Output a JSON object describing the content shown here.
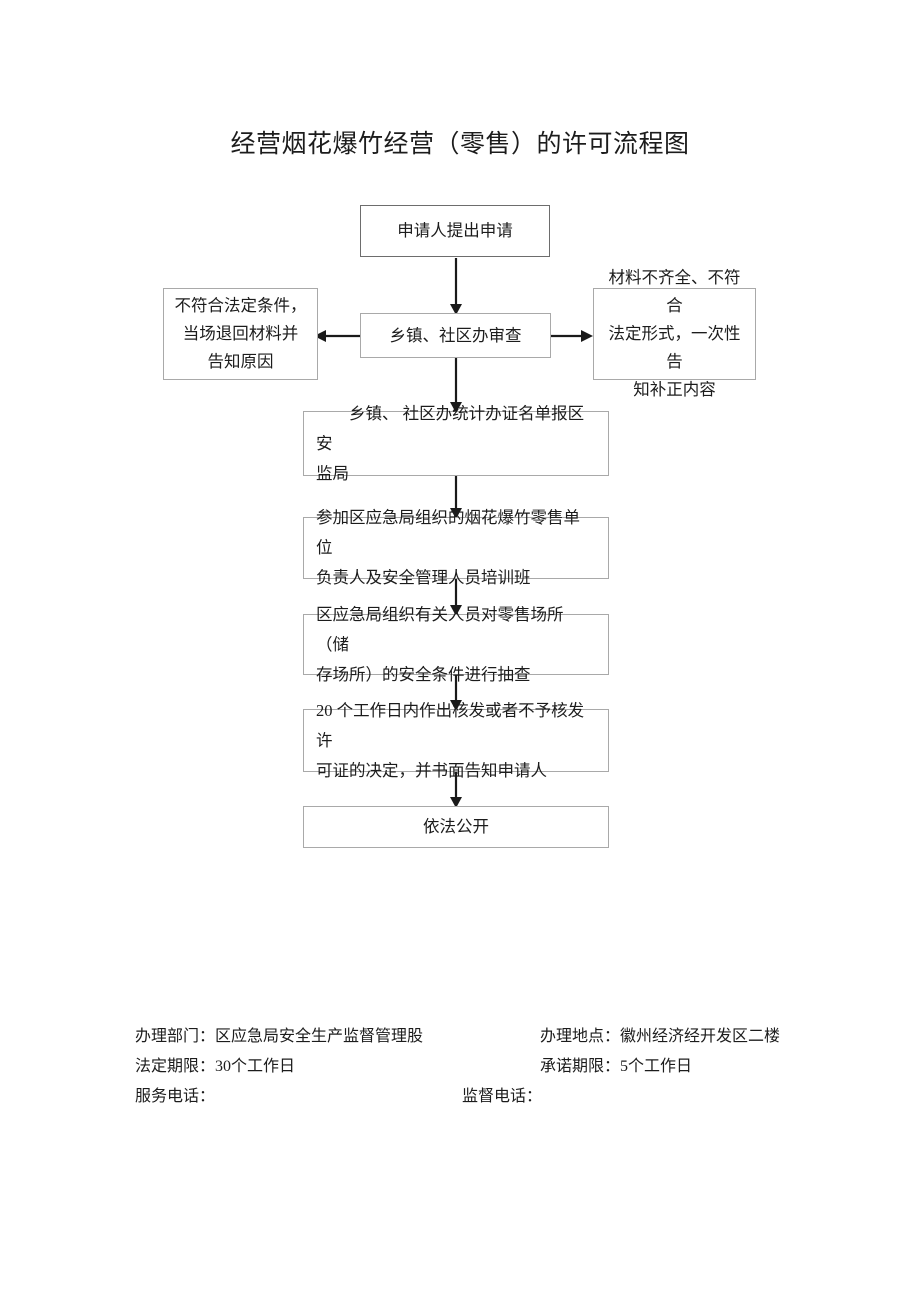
{
  "document": {
    "title": "经营烟花爆竹经营（零售）的许可流程图"
  },
  "flowchart": {
    "nodes": [
      {
        "id": "apply",
        "label": "申请人提出申请"
      },
      {
        "id": "reject",
        "line1": "不符合法定条件，",
        "line2": "当场退回材料并",
        "line3": "告知原因"
      },
      {
        "id": "review",
        "label": "乡镇、社区办审查"
      },
      {
        "id": "incomplete",
        "line1": "材料不齐全、不符合",
        "line2": "法定形式，一次性告",
        "line3": "知补正内容"
      },
      {
        "id": "report",
        "line1": "乡镇、 社区办统计办证名单报区安",
        "line2": "监局"
      },
      {
        "id": "training",
        "line1": "参加区应急局组织的烟花爆竹零售单位",
        "line2": "负责人及安全管理人员培训班"
      },
      {
        "id": "inspect",
        "line1": "区应急局组织有关人员对零售场所（储",
        "line2": "存场所）的安全条件进行抽查"
      },
      {
        "id": "decision",
        "line1": "20 个工作日内作出核发或者不予核发许",
        "line2": "可证的决定，并书面告知申请人"
      },
      {
        "id": "publish",
        "label": "依法公开"
      }
    ]
  },
  "footer": {
    "rows": [
      {
        "left_label": "办理部门：",
        "left_value": "区应急局安全生产监督管理股",
        "right_label": "办理地点：",
        "right_value": "徽州经济经开发区二楼"
      },
      {
        "left_label": "法定期限：",
        "left_value": "30个工作日",
        "right_label": "承诺期限：",
        "right_value": "5个工作日"
      },
      {
        "left_label": "服务电话：",
        "left_value": "",
        "right_label": "监督电话：",
        "right_value": ""
      }
    ]
  },
  "colors": {
    "border": "#a9a9a9",
    "border_dark": "#6d6d6d",
    "connector": "#1a1a1a",
    "text": "#1c1c1c",
    "background": "#ffffff"
  }
}
